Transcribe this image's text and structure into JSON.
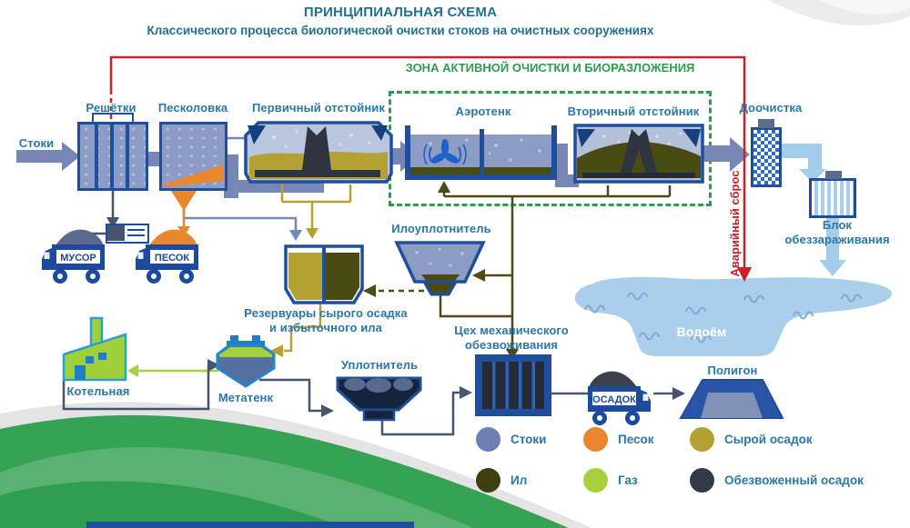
{
  "title": {
    "line1": "ПРИНЦИПИАЛЬНАЯ СХЕМА",
    "line2": "Классического процесса биологической очистки стоков на очистных сооружениях"
  },
  "zone_label": "ЗОНА АКТИВНОЙ ОЧИСТКИ И БИОРАЗЛОЖЕНИЯ",
  "labels": {
    "influent": "Стоки",
    "screens": "Решётки",
    "grit_trap": "Песколовка",
    "primary_settler": "Первичный отстойник",
    "aeration_tank": "Аэротенк",
    "secondary_settler": "Вторичный отстойник",
    "polishing": "Доочистка",
    "disinfection_line1": "Блок",
    "disinfection_line2": "обеззараживания",
    "water_body": "Водоём",
    "emergency_discharge": "Аварийный сброс",
    "sludge_thickener": "Илоуплотнитель",
    "raw_sludge_tanks_line1": "Резервуары сырого осадка",
    "raw_sludge_tanks_line2": "и избыточного ила",
    "boiler_house": "Котельная",
    "methane_tank": "Метатенк",
    "compactor": "Уплотнитель",
    "dewatering_line1": "Цех механического",
    "dewatering_line2": "обезвоживания",
    "landfill": "Полигон"
  },
  "trucks": {
    "garbage": "МУСОР",
    "sand": "ПЕСОК",
    "sludge": "ОСАДОК"
  },
  "legend": {
    "items": [
      {
        "label": "Стоки",
        "color": "#6e7fb1"
      },
      {
        "label": "Песок",
        "color": "#e8872e"
      },
      {
        "label": "Сырой осадок",
        "color": "#b3a233"
      },
      {
        "label": "Ил",
        "color": "#3d3f10"
      },
      {
        "label": "Газ",
        "color": "#a8cf3c"
      },
      {
        "label": "Обезвоженный осадок",
        "color": "#333a47"
      }
    ]
  },
  "colors": {
    "label_text": "#2878a8",
    "title_text": "#1f7096",
    "navy": "#1f4f9c",
    "sewage_pipe": "#7787b5",
    "clean_water": "#a3cdea",
    "sand_orange": "#e8872e",
    "raw_sludge": "#b3a233",
    "activated_sludge": "#4a4a14",
    "gas_green": "#a8cf3c",
    "dewatered_sludge": "#333a47",
    "emergency_red": "#cc2128",
    "zone_green": "#2aa04c"
  }
}
